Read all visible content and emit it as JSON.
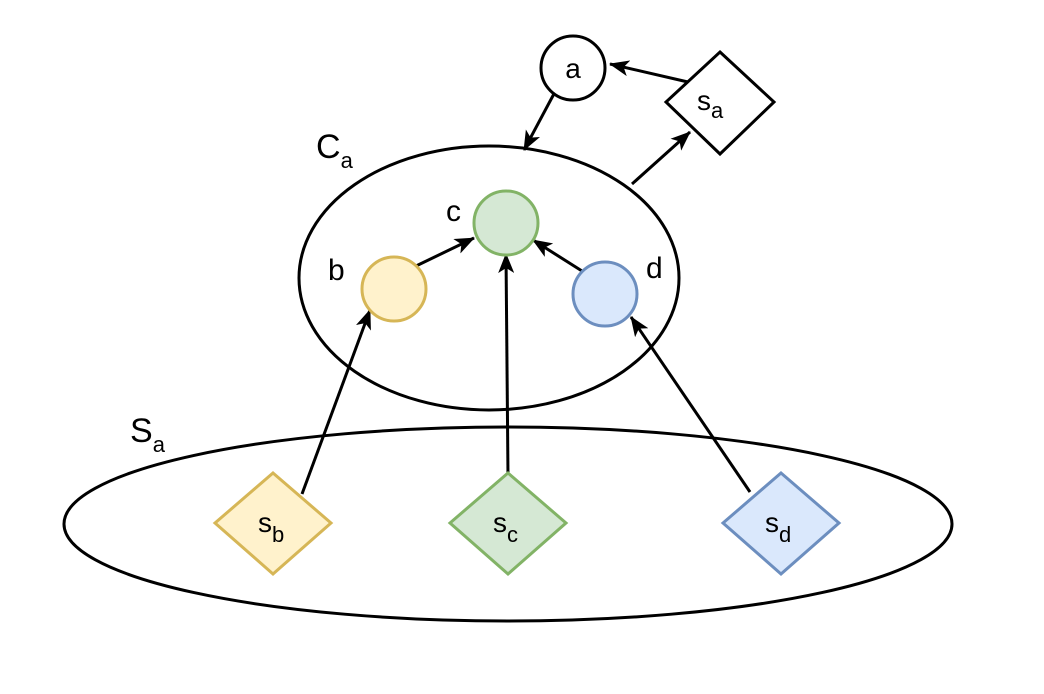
{
  "colors": {
    "stroke": "#000000",
    "background": "#ffffff",
    "yellow_fill": "#fff2cc",
    "yellow_stroke": "#d6b656",
    "green_fill": "#d5e8d4",
    "green_stroke": "#82b366",
    "blue_fill": "#dae8fc",
    "blue_stroke": "#6c8ebf"
  },
  "labels": {
    "Ca": {
      "main": "C",
      "sub": "a"
    },
    "Sa": {
      "main": "S",
      "sub": "a"
    }
  },
  "nodes": {
    "a": {
      "text": "a"
    },
    "b": {
      "text": "b"
    },
    "c": {
      "text": "c"
    },
    "d": {
      "text": "d"
    },
    "sa": {
      "main": "s",
      "sub": "a"
    },
    "sb": {
      "main": "s",
      "sub": "b"
    },
    "sc": {
      "main": "s",
      "sub": "c"
    },
    "sd": {
      "main": "s",
      "sub": "d"
    }
  }
}
